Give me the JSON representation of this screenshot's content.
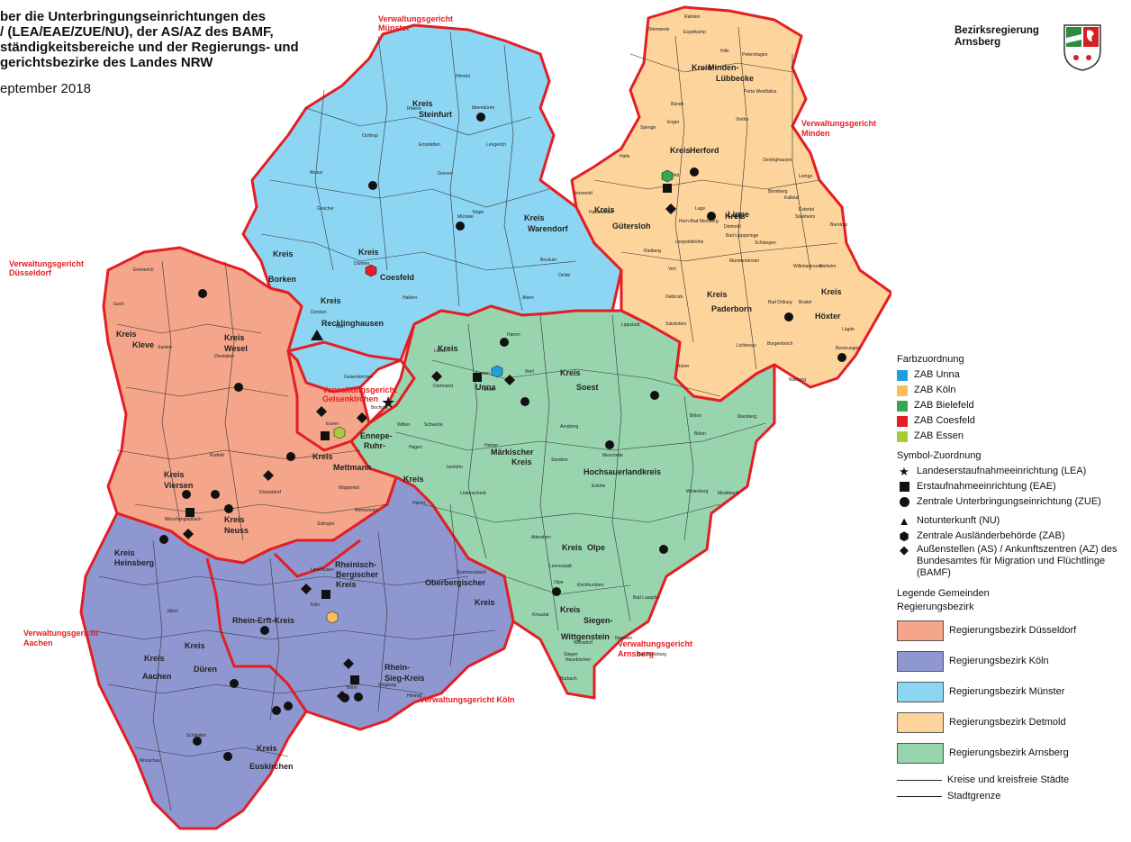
{
  "title": {
    "lines": [
      "ber die Unterbringungseinrichtungen des",
      "/ (LEA/EAE/ZUE/NU), der AS/AZ des BAMF,",
      "ständigkeitsbereiche und der Regierungs- und",
      "gerichtsbezirke des Landes NRW"
    ],
    "date": "eptember 2018"
  },
  "authority": {
    "line1": "Bezirksregierung",
    "line2": "Arnsberg"
  },
  "colors": {
    "duesseldorf": "#f4a58a",
    "koeln": "#8e97d0",
    "muenster": "#8dd6f3",
    "detmold": "#fdd49b",
    "arnsberg": "#98d4ad",
    "border": "#e31e24",
    "zab_unna": "#1ea0dc",
    "zab_koeln": "#fbbf55",
    "zab_bielefeld": "#34a853",
    "zab_coesfeld": "#e31e24",
    "zab_essen": "#a6cc3a"
  },
  "court_labels": [
    {
      "line1": "Verwaltungsgericht",
      "line2": "Münster"
    },
    {
      "line1": "Verwaltungsgericht",
      "line2": "Minden"
    },
    {
      "line1": "Verwaltungsgericht",
      "line2": "Düsseldorf"
    },
    {
      "line1": "Verwaltungsgericht",
      "line2": "Aachen"
    },
    {
      "line1": "Verwaltungsgericht",
      "line2": "Arnsberg"
    },
    {
      "line1": "Verwaltungsgericht Köln",
      "line2": ""
    },
    {
      "line1": "Verwaltungsgericht",
      "line2": "Gelsenkirchen"
    }
  ],
  "district_labels": [
    "Kreis",
    "Steinfurt",
    "Kreis",
    "Warendorf",
    "Kreis",
    "Coesfeld",
    "Kreis",
    "Borken",
    "Kreis",
    "Recklinghausen",
    "Kreis",
    "Kleve",
    "Kreis",
    "Wesel",
    "Kreis",
    "Viersen",
    "Kreis",
    "Mettmann",
    "Kreis",
    "Neuss",
    "Kreis",
    "Heinsberg",
    "Kreis",
    "Düren",
    "Kreis",
    "Aachen",
    "Kreis",
    "Euskirchen",
    "Rhein-Erft-Kreis",
    "Rheinisch-",
    "Bergischer",
    "Kreis",
    "Oberbergischer",
    "Kreis",
    "Rhein-",
    "Sieg-Kreis",
    "Ennepe-",
    "Ruhr-",
    "Kreis",
    "Märkischer",
    "Kreis",
    "Kreis",
    "Unna",
    "Kreis",
    "Soest",
    "Hochsauerlandkreis",
    "Kreis",
    "Olpe",
    "Kreis",
    "Siegen-",
    "Wittgenstein",
    "Kreis",
    "Gütersloh",
    "Kreis",
    "Herford",
    "Kreis",
    "Minden-",
    "Lübbecke",
    "Kreis",
    "Lippe",
    "Kreis",
    "Paderborn",
    "Kreis",
    "Höxter",
    "Bielefeld",
    "Münster",
    "Hamm",
    "Dortmund",
    "Bochum",
    "Essen",
    "Gelsenkirchen",
    "Düsseldorf",
    "Wuppertal",
    "Köln",
    "Bonn",
    "Leverkusen",
    "Hagen",
    "Arnsberg",
    "Dülmen",
    "Olpe",
    "Siegen",
    "Burbach",
    "Sundern",
    "Brilon",
    "Meschede",
    "Büren",
    "Warburg",
    "Detmold",
    "Lage",
    "Rietberg",
    "Brakel",
    "Schleiden",
    "Monschau",
    "Jülich",
    "Emmerich",
    "Goch",
    "Xanten",
    "Dinslaken",
    "Krefeld",
    "Mönchengladbach",
    "Solingen",
    "Remscheid",
    "Gummersbach",
    "Siegburg",
    "Hennef",
    "Bad Berleburg",
    "Gescher",
    "Ahaus",
    "Ochtrup",
    "Greven",
    "Lengerich",
    "Ibbenbüren",
    "Hörstel",
    "Rheine",
    "Emsdetten",
    "Telgte",
    "Ahlen",
    "Oelde",
    "Beckum",
    "Lippstadt",
    "Werl",
    "Unna",
    "Schwerte",
    "Witten",
    "Lünen",
    "Dorsten",
    "Marl",
    "Haltern",
    "Kamen",
    "Hemer",
    "Iserlohn",
    "Lüdenscheid",
    "Halver",
    "Winterberg",
    "Medebach",
    "Marsberg",
    "Brilon",
    "Eslohe",
    "Attendorn",
    "Lennestadt",
    "Kirchhundem",
    "Bad Laasphe",
    "Netphen",
    "Kreuztal",
    "Wilnsdorf",
    "Neunkirchen",
    "Petershagen",
    "Rahden",
    "Espelkamp",
    "Stemwede",
    "Hille",
    "Porta Westfalica",
    "Vlotho",
    "Bünde",
    "Enger",
    "Spenge",
    "Halle",
    "Versmold",
    "Harsewinkel",
    "Verl",
    "Delbrück",
    "Salzkotten",
    "Lichtenau",
    "Bad Driburg",
    "Steinheim",
    "Blomberg",
    "Lemgo",
    "Extertal",
    "Barntrup",
    "Lügde",
    "Beverungen",
    "Borgentreich",
    "Willebadessen",
    "Nieheim",
    "Marienmünster",
    "Bad Lippspringe",
    "Schlangen",
    "Horn-Bad Meinberg",
    "Leopoldshöhe",
    "Oerlinghausen",
    "Kalletal",
    "Dörentrup"
  ],
  "legend": {
    "farb_title": "Farbzuordnung",
    "farb": [
      {
        "label": "ZAB Unna",
        "color": "#1ea0dc"
      },
      {
        "label": "ZAB Köln",
        "color": "#fbbf55"
      },
      {
        "label": "ZAB Bielefeld",
        "color": "#34a853"
      },
      {
        "label": "ZAB Coesfeld",
        "color": "#e31e24"
      },
      {
        "label": "ZAB Essen",
        "color": "#a6cc3a"
      }
    ],
    "symbol_title": "Symbol-Zuordnung",
    "symbols": [
      {
        "icon": "star",
        "label": "Landeserstaufnahmeeinrichtung (LEA)"
      },
      {
        "icon": "square",
        "label": "Erstaufnahmeeinrichtung (EAE)"
      },
      {
        "icon": "circle",
        "label": "Zentrale Unterbringungseinrichtung (ZUE)"
      },
      {
        "icon": "triangle",
        "label": "Notunterkunft (NU)"
      },
      {
        "icon": "hexagon",
        "label": "Zentrale Ausländerbehörde  (ZAB)"
      },
      {
        "icon": "diamond",
        "label": "Außenstellen (AS) / Ankunftszentren (AZ) des Bundesamtes für Migration und Flüchtlinge (BAMF)"
      }
    ],
    "gemeinden_title_1": "Legende Gemeinden",
    "gemeinden_title_2": "Regierungsbezirk",
    "bezirke": [
      {
        "label": "Regierungsbezirk Düsseldorf",
        "color": "#f4a58a"
      },
      {
        "label": "Regierungsbezirk Köln",
        "color": "#8e97d0"
      },
      {
        "label": "Regierungsbezirk Münster",
        "color": "#8dd6f3"
      },
      {
        "label": "Regierungsbezirk Detmold",
        "color": "#fdd49b"
      },
      {
        "label": "Regierungsbezirk  Arnsberg",
        "color": "#98d4ad"
      }
    ],
    "lines": [
      {
        "label": "Kreise und kreisfreie Städte"
      },
      {
        "label": "Stadtgrenze"
      }
    ]
  }
}
